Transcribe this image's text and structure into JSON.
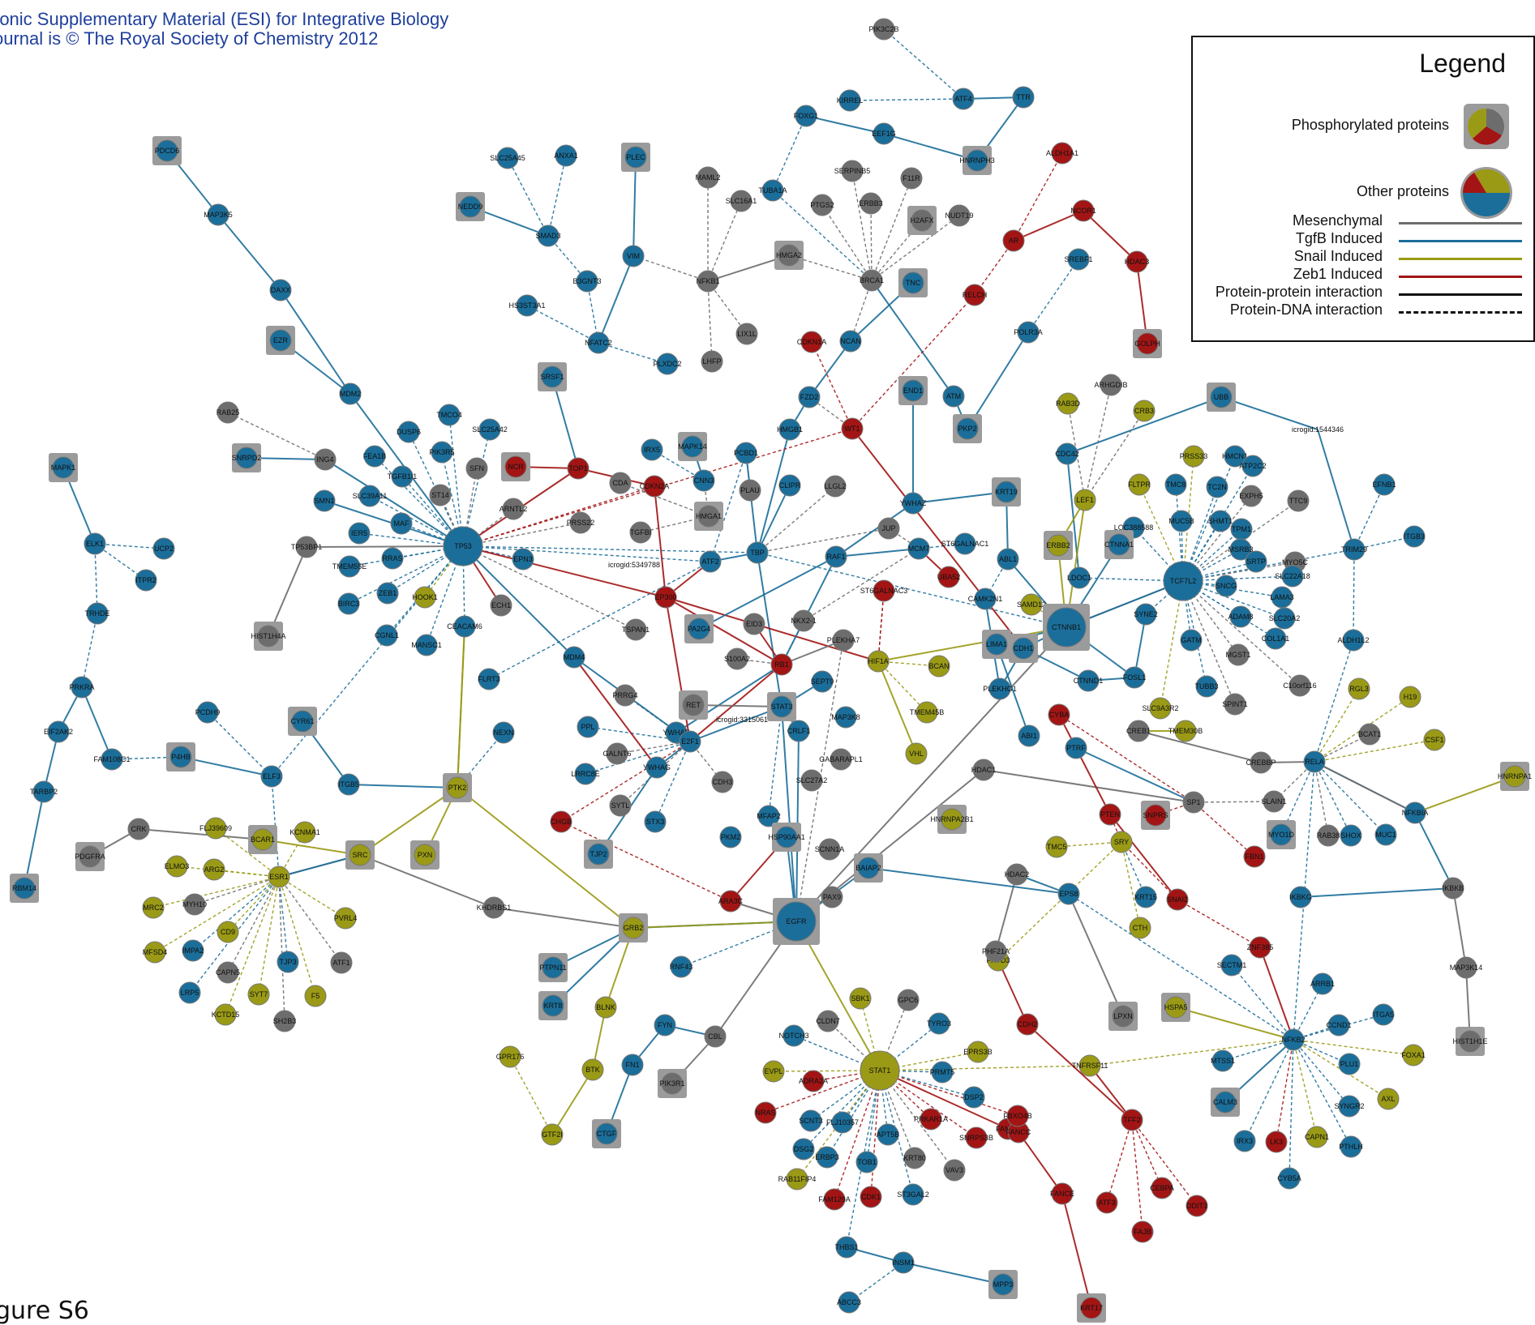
{
  "header": {
    "line1": "ronic Supplementary Material (ESI) for Integrative Biology",
    "line2": "ournal is © The Royal Society of Chemistry 2012"
  },
  "figure_label": "gure S6",
  "legend": {
    "title": "Legend",
    "phosphorylated": "Phosphorylated proteins",
    "other": "Other proteins",
    "edges": [
      {
        "label": "Mesenchymal",
        "color": "#6d6d6d",
        "style": "solid"
      },
      {
        "label": "TgfB Induced",
        "color": "#1b6e9a",
        "style": "solid"
      },
      {
        "label": "Snail Induced",
        "color": "#9a9a16",
        "style": "solid"
      },
      {
        "label": "Zeb1 Induced",
        "color": "#a31515",
        "style": "solid"
      },
      {
        "label": "Protein-protein interaction",
        "color": "#111111",
        "style": "solid"
      },
      {
        "label": "Protein-DNA interaction",
        "color": "#111111",
        "style": "dashed"
      }
    ]
  },
  "colors": {
    "mesenchymal": "#6d6d6d",
    "tgfb": "#1b6e9a",
    "snail": "#9a9a16",
    "zeb1": "#a31515",
    "phospho_square": "#9b9b9b"
  },
  "nodes": [
    {
      "id": "PIK3C2B",
      "c": "g"
    },
    {
      "id": "TTR",
      "c": "b"
    },
    {
      "id": "ATF4",
      "c": "b"
    },
    {
      "id": "KIRREL",
      "c": "b"
    },
    {
      "id": "FOXG1",
      "c": "b"
    },
    {
      "id": "EEF1G",
      "c": "b"
    },
    {
      "id": "HNRNPH3",
      "c": "b",
      "sq": true
    },
    {
      "id": "PDCD6",
      "c": "b",
      "sq": true
    },
    {
      "id": "MAP3K5",
      "c": "b"
    },
    {
      "id": "DAXX",
      "c": "b"
    },
    {
      "id": "EZR",
      "c": "b",
      "sq": true
    },
    {
      "id": "MDM2",
      "c": "b"
    },
    {
      "id": "SLC25A45",
      "c": "b"
    },
    {
      "id": "ANXA1",
      "c": "b"
    },
    {
      "id": "PLEC",
      "c": "b",
      "sq": true
    },
    {
      "id": "NEDD9",
      "c": "b",
      "sq": true
    },
    {
      "id": "SMAD3",
      "c": "b"
    },
    {
      "id": "VIM",
      "c": "b"
    },
    {
      "id": "B3GNT3",
      "c": "b"
    },
    {
      "id": "HS3ST3A1",
      "c": "b"
    },
    {
      "id": "NFATC2",
      "c": "b"
    },
    {
      "id": "MAML2",
      "c": "g"
    },
    {
      "id": "SLC16A1",
      "c": "g"
    },
    {
      "id": "TUBA1A",
      "c": "b"
    },
    {
      "id": "NFKB1",
      "c": "g"
    },
    {
      "id": "HMGA2",
      "c": "g",
      "sq": true
    },
    {
      "id": "SERPINB5",
      "c": "g"
    },
    {
      "id": "PTGS2",
      "c": "g"
    },
    {
      "id": "ERBB3",
      "c": "g"
    },
    {
      "id": "F11R",
      "c": "g"
    },
    {
      "id": "H2AFX",
      "c": "g",
      "sq": true
    },
    {
      "id": "NUDT19",
      "c": "g"
    },
    {
      "id": "BRCA1",
      "c": "g"
    },
    {
      "id": "TNC",
      "c": "b",
      "sq": true
    },
    {
      "id": "LIX1L",
      "c": "g"
    },
    {
      "id": "LHFP",
      "c": "g"
    },
    {
      "id": "PLXDC2",
      "c": "b"
    },
    {
      "id": "ALDH1A1",
      "c": "r"
    },
    {
      "id": "NCOR1",
      "c": "r"
    },
    {
      "id": "AR",
      "c": "r"
    },
    {
      "id": "SREBF1",
      "c": "b"
    },
    {
      "id": "HDAC3",
      "c": "r"
    },
    {
      "id": "RELCH",
      "c": "r"
    },
    {
      "id": "POLR3A",
      "c": "b"
    },
    {
      "id": "GOLPH",
      "c": "r",
      "sq": true
    },
    {
      "id": "CDKN1A",
      "c": "r"
    },
    {
      "id": "NCAN",
      "c": "b"
    },
    {
      "id": "FZD2",
      "c": "b"
    },
    {
      "id": "HMGB1",
      "c": "b"
    },
    {
      "id": "WT1",
      "c": "r"
    },
    {
      "id": "END1",
      "c": "b",
      "sq": true
    },
    {
      "id": "ATM",
      "c": "b"
    },
    {
      "id": "PKP2",
      "c": "b",
      "sq": true
    },
    {
      "id": "ARHGDIB",
      "c": "g"
    },
    {
      "id": "RAB3D",
      "c": "y"
    },
    {
      "id": "CRB3",
      "c": "y"
    },
    {
      "id": "UBB",
      "c": "b",
      "sq": true
    },
    {
      "id": "CDC42",
      "c": "b"
    },
    {
      "id": "MAPK1",
      "c": "b",
      "sq": true
    },
    {
      "id": "ELK1",
      "c": "b"
    },
    {
      "id": "UCP2",
      "c": "b"
    },
    {
      "id": "ITPR2",
      "c": "b"
    },
    {
      "id": "TRHDE",
      "c": "b"
    },
    {
      "id": "PRKRA",
      "c": "b"
    },
    {
      "id": "EIF2AK2",
      "c": "b"
    },
    {
      "id": "TARBP2",
      "c": "b"
    },
    {
      "id": "FAM108C1",
      "c": "b"
    },
    {
      "id": "RBM14",
      "c": "b",
      "sq": true
    },
    {
      "id": "RAB25",
      "c": "g"
    },
    {
      "id": "SNRPD2",
      "c": "b",
      "sq": true
    },
    {
      "id": "ING4",
      "c": "g"
    },
    {
      "id": "SMN1",
      "c": "b"
    },
    {
      "id": "DUSP6",
      "c": "b"
    },
    {
      "id": "TMCO4",
      "c": "b"
    },
    {
      "id": "SLC25A42",
      "c": "b"
    },
    {
      "id": "FEA1B",
      "c": "b"
    },
    {
      "id": "PIK3R5",
      "c": "b"
    },
    {
      "id": "TGFB1I1",
      "c": "b"
    },
    {
      "id": "SFN",
      "c": "g"
    },
    {
      "id": "ST14",
      "c": "g"
    },
    {
      "id": "SLC39A11",
      "c": "b"
    },
    {
      "id": "MAF",
      "c": "b"
    },
    {
      "id": "TP53BP1",
      "c": "g"
    },
    {
      "id": "IER5",
      "c": "b"
    },
    {
      "id": "TMEM55E",
      "c": "b"
    },
    {
      "id": "RRAS",
      "c": "b"
    },
    {
      "id": "BIRC3",
      "c": "b"
    },
    {
      "id": "ZEB1",
      "c": "b"
    },
    {
      "id": "HOOK1",
      "c": "y"
    },
    {
      "id": "CGNL1",
      "c": "b"
    },
    {
      "id": "MANSC1",
      "c": "b"
    },
    {
      "id": "CEACAM6",
      "c": "b"
    },
    {
      "id": "HIST1H4A",
      "c": "g",
      "sq": true
    },
    {
      "id": "TP53",
      "c": "b",
      "big": true
    },
    {
      "id": "NCR",
      "c": "r",
      "sq": true
    },
    {
      "id": "TOP1",
      "c": "r"
    },
    {
      "id": "SRSF1",
      "c": "b",
      "sq": true
    },
    {
      "id": "ARNTL2",
      "c": "g"
    },
    {
      "id": "PRSS22",
      "c": "g"
    },
    {
      "id": "IRX5",
      "c": "b"
    },
    {
      "id": "MAPK14",
      "c": "b",
      "sq": true
    },
    {
      "id": "CDA",
      "c": "g"
    },
    {
      "id": "CDKN2A",
      "c": "r"
    },
    {
      "id": "CNN3",
      "c": "b"
    },
    {
      "id": "PCBD1",
      "c": "b"
    },
    {
      "id": "TGFBI",
      "c": "g"
    },
    {
      "id": "HMGA1",
      "c": "g",
      "sq": true
    },
    {
      "id": "PLAU",
      "c": "g"
    },
    {
      "id": "CLIPR",
      "c": "b"
    },
    {
      "id": "LLGL2",
      "c": "g"
    },
    {
      "id": "ATF2",
      "c": "b"
    },
    {
      "id": "TBP",
      "c": "b"
    },
    {
      "id": "JUP",
      "c": "g"
    },
    {
      "id": "RAF1",
      "c": "b"
    },
    {
      "id": "EPN3",
      "c": "b"
    },
    {
      "id": "ECH1",
      "c": "g"
    },
    {
      "id": "EP300",
      "c": "r"
    },
    {
      "id": "TSPAN1",
      "c": "g"
    },
    {
      "id": "FLRT3",
      "c": "b"
    },
    {
      "id": "MDM4",
      "c": "b"
    },
    {
      "id": "PA2G4",
      "c": "b",
      "sq": true
    },
    {
      "id": "EID3",
      "c": "g"
    },
    {
      "id": "S100A2",
      "c": "g"
    },
    {
      "id": "RB1",
      "c": "r"
    },
    {
      "id": "NKX2-1",
      "c": "g"
    },
    {
      "id": "PLEKHA7",
      "c": "g"
    },
    {
      "id": "HIF1A",
      "c": "y"
    },
    {
      "id": "BCAN",
      "c": "y"
    },
    {
      "id": "TMEM45B",
      "c": "y"
    },
    {
      "id": "ST6GALNAC3",
      "c": "r"
    },
    {
      "id": "MCM7",
      "c": "b"
    },
    {
      "id": "ST6GALNAC1",
      "c": "b"
    },
    {
      "id": "UBA52",
      "c": "r"
    },
    {
      "id": "KRT19",
      "c": "b",
      "sq": true
    },
    {
      "id": "YWHAZ",
      "c": "b"
    },
    {
      "id": "ABL1",
      "c": "b"
    },
    {
      "id": "CAMK2N1",
      "c": "b"
    },
    {
      "id": "SAMD12",
      "c": "y"
    },
    {
      "id": "ERBB2",
      "c": "y",
      "sq": true
    },
    {
      "id": "LEF1",
      "c": "y"
    },
    {
      "id": "FLTPR",
      "c": "y"
    },
    {
      "id": "PRSS33",
      "c": "y"
    },
    {
      "id": "TMC8",
      "c": "b"
    },
    {
      "id": "HMCN1",
      "c": "b"
    },
    {
      "id": "TC2N",
      "c": "b"
    },
    {
      "id": "ATP2C2",
      "c": "b"
    },
    {
      "id": "EXPH5",
      "c": "g"
    },
    {
      "id": "TTC9",
      "c": "g"
    },
    {
      "id": "MUC5B",
      "c": "b"
    },
    {
      "id": "SHMT1",
      "c": "b"
    },
    {
      "id": "LOC388588",
      "c": "b"
    },
    {
      "id": "CTNNA1",
      "c": "b",
      "sq": true
    },
    {
      "id": "TPM1",
      "c": "b"
    },
    {
      "id": "MSRB3",
      "c": "b"
    },
    {
      "id": "SRTP",
      "c": "b"
    },
    {
      "id": "MYO5C",
      "c": "g"
    },
    {
      "id": "EFNB1",
      "c": "b"
    },
    {
      "id": "TRIM29",
      "c": "b"
    },
    {
      "id": "ITGB3",
      "c": "b"
    },
    {
      "id": "LDOC1",
      "c": "b"
    },
    {
      "id": "TCF7L2",
      "c": "b",
      "big": true
    },
    {
      "id": "SNCG",
      "c": "b"
    },
    {
      "id": "SLC22A18",
      "c": "b"
    },
    {
      "id": "LAMA3",
      "c": "b"
    },
    {
      "id": "SLC20A2",
      "c": "b"
    },
    {
      "id": "ADAM8",
      "c": "b"
    },
    {
      "id": "COL1A1",
      "c": "b"
    },
    {
      "id": "ALDH1L2",
      "c": "b"
    },
    {
      "id": "CTNNB1",
      "c": "b",
      "big": true,
      "sq": true
    },
    {
      "id": "LIMA1",
      "c": "b",
      "sq": true
    },
    {
      "id": "CDH1",
      "c": "b",
      "sq": true
    },
    {
      "id": "SYNE2",
      "c": "b"
    },
    {
      "id": "GATM",
      "c": "b"
    },
    {
      "id": "MGST1",
      "c": "g"
    },
    {
      "id": "C10orf116",
      "c": "g"
    },
    {
      "id": "FOSL1",
      "c": "b"
    },
    {
      "id": "CTNND1",
      "c": "b"
    },
    {
      "id": "PLEKHG1",
      "c": "b"
    },
    {
      "id": "TUBB3",
      "c": "b"
    },
    {
      "id": "SPINT1",
      "c": "g"
    },
    {
      "id": "RGL3",
      "c": "y"
    },
    {
      "id": "H19",
      "c": "y"
    },
    {
      "id": "BCAT1",
      "c": "g"
    },
    {
      "id": "CSF1",
      "c": "y"
    },
    {
      "id": "HNRNPA1",
      "c": "y",
      "sq": true
    },
    {
      "id": "NFKBIA",
      "c": "b"
    },
    {
      "id": "RELA",
      "c": "b"
    },
    {
      "id": "CREBBP",
      "c": "g"
    },
    {
      "id": "SLC9A3R2",
      "c": "y"
    },
    {
      "id": "CREB1",
      "c": "g"
    },
    {
      "id": "TMEM30B",
      "c": "y"
    },
    {
      "id": "CYBA",
      "c": "r"
    },
    {
      "id": "PTRF",
      "c": "b"
    },
    {
      "id": "SP1",
      "c": "g"
    },
    {
      "id": "SLAIN1",
      "c": "g"
    },
    {
      "id": "MYO1D",
      "c": "b",
      "sq": true
    },
    {
      "id": "RAB38",
      "c": "g"
    },
    {
      "id": "SHOX",
      "c": "b"
    },
    {
      "id": "MUC1",
      "c": "b"
    },
    {
      "id": "PTEN",
      "c": "r"
    },
    {
      "id": "SNPRS",
      "c": "r",
      "sq": true
    },
    {
      "id": "FBN1",
      "c": "r"
    },
    {
      "id": "IKBKG",
      "c": "b"
    },
    {
      "id": "IKBKB",
      "c": "g"
    },
    {
      "id": "MAP3K14",
      "c": "g"
    },
    {
      "id": "HIST1H1E",
      "c": "g",
      "sq": true
    },
    {
      "id": "PCDH9",
      "c": "b"
    },
    {
      "id": "CYR61",
      "c": "b",
      "sq": true
    },
    {
      "id": "P4HB",
      "c": "b",
      "sq": true
    },
    {
      "id": "ELF3",
      "c": "b"
    },
    {
      "id": "ITGB5",
      "c": "b"
    },
    {
      "id": "PTK2",
      "c": "y",
      "sq": true
    },
    {
      "id": "NEXN",
      "c": "b"
    },
    {
      "id": "PRRG4",
      "c": "g"
    },
    {
      "id": "RET",
      "c": "g",
      "sq": true
    },
    {
      "id": "YWHAE",
      "c": "b"
    },
    {
      "id": "STAT3",
      "c": "b",
      "sq": true
    },
    {
      "id": "SEPT9",
      "c": "b"
    },
    {
      "id": "MAP3K8",
      "c": "b"
    },
    {
      "id": "E2F1",
      "c": "b"
    },
    {
      "id": "PPL",
      "c": "b"
    },
    {
      "id": "GALNT6",
      "c": "g"
    },
    {
      "id": "LRRC8E",
      "c": "b"
    },
    {
      "id": "YWHAG",
      "c": "b"
    },
    {
      "id": "CDH3",
      "c": "g"
    },
    {
      "id": "MFAP2",
      "c": "b"
    },
    {
      "id": "CRLF1",
      "c": "b"
    },
    {
      "id": "SLC27A2",
      "c": "g"
    },
    {
      "id": "GABARAPL1",
      "c": "g"
    },
    {
      "id": "VHL",
      "c": "y"
    },
    {
      "id": "HNRNPA2B1",
      "c": "y",
      "sq": true
    },
    {
      "id": "HDAC1",
      "c": "g"
    },
    {
      "id": "ABI1",
      "c": "b"
    },
    {
      "id": "SYTL",
      "c": "g"
    },
    {
      "id": "STX3",
      "c": "b"
    },
    {
      "id": "CHGB",
      "c": "r"
    },
    {
      "id": "PKM2",
      "c": "b"
    },
    {
      "id": "HSP90AA1",
      "c": "b",
      "sq": true
    },
    {
      "id": "SCNN1A",
      "c": "g"
    },
    {
      "id": "TJP2",
      "c": "b",
      "sq": true
    },
    {
      "id": "CRK",
      "c": "g"
    },
    {
      "id": "FLJ39609",
      "c": "y"
    },
    {
      "id": "BCAR1",
      "c": "y",
      "sq": true
    },
    {
      "id": "KCNMA1",
      "c": "y"
    },
    {
      "id": "SRC",
      "c": "y",
      "sq": true
    },
    {
      "id": "PXN",
      "c": "y",
      "sq": true
    },
    {
      "id": "PDGFRA",
      "c": "g",
      "sq": true
    },
    {
      "id": "ELMO3",
      "c": "y"
    },
    {
      "id": "ARG2",
      "c": "y"
    },
    {
      "id": "ESR1",
      "c": "y"
    },
    {
      "id": "MRC2",
      "c": "y"
    },
    {
      "id": "MYH10",
      "c": "g"
    },
    {
      "id": "CD9",
      "c": "y"
    },
    {
      "id": "PVRL4",
      "c": "y"
    },
    {
      "id": "MFSD4",
      "c": "y"
    },
    {
      "id": "IMPA2",
      "c": "b"
    },
    {
      "id": "TJP3",
      "c": "b"
    },
    {
      "id": "ATF1",
      "c": "g"
    },
    {
      "id": "CAPN5",
      "c": "g"
    },
    {
      "id": "LRP5",
      "c": "b"
    },
    {
      "id": "SYT7",
      "c": "y"
    },
    {
      "id": "F5",
      "c": "y"
    },
    {
      "id": "KCTD15",
      "c": "y"
    },
    {
      "id": "SH2B3",
      "c": "g"
    },
    {
      "id": "KHDRBS1",
      "c": "g"
    },
    {
      "id": "GRB2",
      "c": "y",
      "sq": true
    },
    {
      "id": "EGFR",
      "c": "b",
      "big": true,
      "sq": true
    },
    {
      "id": "PTPN11",
      "c": "b",
      "sq": true
    },
    {
      "id": "KRT8",
      "c": "b",
      "sq": true
    },
    {
      "id": "BLNK",
      "c": "y"
    },
    {
      "id": "RNF43",
      "c": "b"
    },
    {
      "id": "CBL",
      "c": "g"
    },
    {
      "id": "FYN",
      "c": "b"
    },
    {
      "id": "FN1",
      "c": "b"
    },
    {
      "id": "PIK3R1",
      "c": "g",
      "sq": true
    },
    {
      "id": "GPR176",
      "c": "y"
    },
    {
      "id": "BTK",
      "c": "y"
    },
    {
      "id": "GTF2I",
      "c": "y"
    },
    {
      "id": "CTGF",
      "c": "b",
      "sq": true
    },
    {
      "id": "ARA3C",
      "c": "r"
    },
    {
      "id": "BAIAP2",
      "c": "b",
      "sq": true
    },
    {
      "id": "PAX9",
      "c": "g"
    },
    {
      "id": "SBK1",
      "c": "y"
    },
    {
      "id": "GPC6",
      "c": "g"
    },
    {
      "id": "CLDN7",
      "c": "g"
    },
    {
      "id": "TYRO3",
      "c": "b"
    },
    {
      "id": "NOTCH3",
      "c": "b"
    },
    {
      "id": "EVPL",
      "c": "y"
    },
    {
      "id": "ADRA2A",
      "c": "r"
    },
    {
      "id": "STAT1",
      "c": "y",
      "big": true
    },
    {
      "id": "PRMT5",
      "c": "b"
    },
    {
      "id": "EPRS3B",
      "c": "y"
    },
    {
      "id": "DSP2",
      "c": "b"
    },
    {
      "id": "NRAS",
      "c": "r"
    },
    {
      "id": "SCNT3",
      "c": "b"
    },
    {
      "id": "FLJ10357",
      "c": "b"
    },
    {
      "id": "PRKAR1A",
      "c": "r"
    },
    {
      "id": "SNRPS3B",
      "c": "r"
    },
    {
      "id": "FANCA",
      "c": "r"
    },
    {
      "id": "DSG2",
      "c": "b"
    },
    {
      "id": "ERBP3",
      "c": "b"
    },
    {
      "id": "APT5B",
      "c": "b"
    },
    {
      "id": "KRT80",
      "c": "g"
    },
    {
      "id": "VAV3",
      "c": "g"
    },
    {
      "id": "RAB11FIP4",
      "c": "y"
    },
    {
      "id": "TOB1",
      "c": "b"
    },
    {
      "id": "ST3GAL2",
      "c": "b"
    },
    {
      "id": "FAM129A",
      "c": "r"
    },
    {
      "id": "CDK1",
      "c": "r"
    },
    {
      "id": "THBS1",
      "c": "b"
    },
    {
      "id": "INSM1",
      "c": "b"
    },
    {
      "id": "MPP3",
      "c": "b",
      "sq": true
    },
    {
      "id": "ABCC3",
      "c": "b"
    },
    {
      "id": "FANCC",
      "c": "r"
    },
    {
      "id": "FANCE",
      "c": "r"
    },
    {
      "id": "KRT17",
      "c": "r",
      "sq": true
    },
    {
      "id": "TFF2",
      "c": "r"
    },
    {
      "id": "TNFRSF11",
      "c": "y"
    },
    {
      "id": "FBXO4B",
      "c": "r"
    },
    {
      "id": "ATF3",
      "c": "r"
    },
    {
      "id": "FAJB",
      "c": "r"
    },
    {
      "id": "DDIT3",
      "c": "r"
    },
    {
      "id": "CEBPA",
      "c": "r"
    },
    {
      "id": "FXYD3",
      "c": "y"
    },
    {
      "id": "CDH2",
      "c": "r"
    },
    {
      "id": "PHF21A",
      "c": "g"
    },
    {
      "id": "LPXN",
      "c": "g",
      "sq": true
    },
    {
      "id": "HDAC2",
      "c": "g"
    },
    {
      "id": "EPS8",
      "c": "b"
    },
    {
      "id": "TMC5",
      "c": "y"
    },
    {
      "id": "SRY",
      "c": "y"
    },
    {
      "id": "KRT15",
      "c": "b"
    },
    {
      "id": "CTH",
      "c": "y"
    },
    {
      "id": "SNAI2",
      "c": "r"
    },
    {
      "id": "ZNF385",
      "c": "r"
    },
    {
      "id": "HSPA5",
      "c": "y",
      "sq": true
    },
    {
      "id": "SECTM1",
      "c": "b"
    },
    {
      "id": "NFKB2",
      "c": "b"
    },
    {
      "id": "ARRB1",
      "c": "b"
    },
    {
      "id": "CCND1",
      "c": "b"
    },
    {
      "id": "ITGA5",
      "c": "b"
    },
    {
      "id": "FOXA1",
      "c": "y"
    },
    {
      "id": "PLU1",
      "c": "b"
    },
    {
      "id": "MTSS1",
      "c": "b"
    },
    {
      "id": "CALM3",
      "c": "b",
      "sq": true
    },
    {
      "id": "SYNGR2",
      "c": "b"
    },
    {
      "id": "AXL",
      "c": "y"
    },
    {
      "id": "IRX3",
      "c": "b"
    },
    {
      "id": "LK3",
      "c": "r"
    },
    {
      "id": "CAPN1",
      "c": "y"
    },
    {
      "id": "PTHLH",
      "c": "b"
    },
    {
      "id": "CYB5A",
      "c": "b"
    },
    {
      "id": "icrogid:1544346",
      "c": "none"
    },
    {
      "id": "icrogid:5349788",
      "c": "none"
    },
    {
      "id": "icrogid:3315061",
      "c": "none"
    }
  ]
}
